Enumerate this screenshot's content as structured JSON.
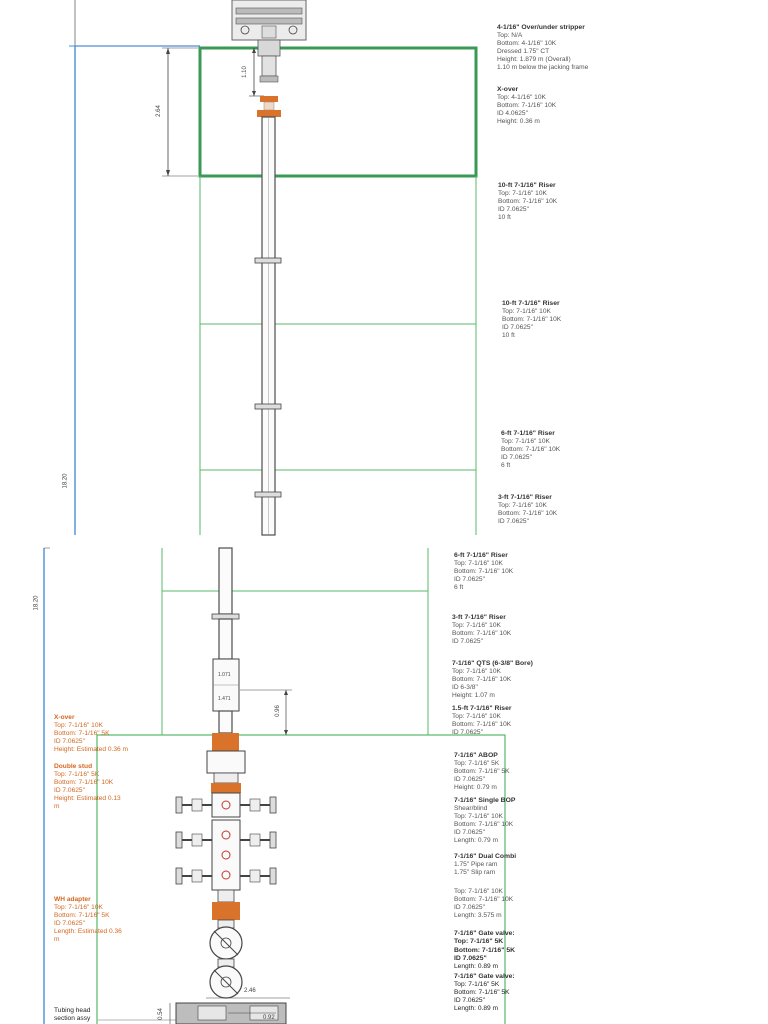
{
  "colors": {
    "thick_box": "#3a9a55",
    "thin_box": "#58b86a",
    "blue_line": "#4a8fd8",
    "orange": "#d9722a",
    "pipe": "#4d4d4d",
    "text": "#555555"
  },
  "top_section": {
    "dims": {
      "d_264": "2.64",
      "d_110": "1.10",
      "d_1820": "18.20"
    },
    "labels": [
      {
        "id": "stripper",
        "title": "4-1/16\" Over/under stripper",
        "lines": [
          "Top: N/A",
          "Bottom: 4-1/16\" 10K",
          "Dressed 1.75\" CT",
          "Height: 1.879 m (Overall)",
          "1.10 m below the jacking frame"
        ]
      },
      {
        "id": "xover",
        "title": "X-over",
        "lines": [
          "Top: 4-1/16\" 10K",
          "Bottom: 7-1/16\" 10K",
          "ID 4.0625\"",
          "Height: 0.36 m"
        ]
      },
      {
        "id": "riser10a",
        "title": "10-ft 7-1/16\" Riser",
        "lines": [
          "Top: 7-1/16\" 10K",
          "Bottom: 7-1/16\" 10K",
          "ID 7.0625\"",
          "10 ft"
        ]
      },
      {
        "id": "riser10b",
        "title": "10-ft 7-1/16\" Riser",
        "lines": [
          "Top: 7-1/16\" 10K",
          "Bottom: 7-1/16\" 10K",
          "ID 7.0625\"",
          "10 ft"
        ]
      },
      {
        "id": "riser6a",
        "title": "6-ft 7-1/16\" Riser",
        "lines": [
          "Top: 7-1/16\" 10K",
          "Bottom: 7-1/16\" 10K",
          "ID 7.0625\"",
          "6 ft"
        ]
      },
      {
        "id": "riser3a",
        "title": "3-ft 7-1/16\" Riser",
        "lines": [
          "Top: 7-1/16\" 10K",
          "Bottom: 7-1/16\" 10K",
          "ID 7.0625\""
        ]
      }
    ]
  },
  "bottom_section": {
    "dims": {
      "d_1820": "18.20",
      "d_096": "0.96",
      "d_246": "2.46",
      "d_054": "0.54",
      "d_092": "0.92",
      "d_tag1": "1.071",
      "d_tag2": "1.471"
    },
    "labels_right": [
      {
        "id": "riser6b",
        "title": "6-ft 7-1/16\" Riser",
        "lines": [
          "Top: 7-1/16\" 10K",
          "Bottom: 7-1/16\" 10K",
          "ID 7.0625\"",
          "6 ft"
        ]
      },
      {
        "id": "riser3b",
        "title": "3-ft 7-1/16\" Riser",
        "lines": [
          "Top: 7-1/16\" 10K",
          "Bottom: 7-1/16\" 10K",
          "ID 7.0625\""
        ]
      },
      {
        "id": "qts",
        "title": "7-1/16\" QTS (6-3/8\" Bore)",
        "lines": [
          "Top: 7-1/16\" 10K",
          "Bottom: 7-1/16\" 10K",
          "ID 6-3/8\"",
          "Height: 1.07 m"
        ]
      },
      {
        "id": "riser15",
        "title": "1.5-ft 7-1/16\" Riser",
        "lines": [
          "Top: 7-1/16\" 10K",
          "Bottom: 7-1/16\" 10K",
          "ID 7.0625\""
        ]
      },
      {
        "id": "abop",
        "title": "7-1/16\" ABOP",
        "lines": [
          "Top: 7-1/16\" 5K",
          "Bottom: 7-1/16\" 5K",
          "ID 7.0625\"",
          "Height: 0.79 m"
        ]
      },
      {
        "id": "single_bop",
        "title": "7-1/16\" Single BOP",
        "lines": [
          "Shear/blind",
          "Top: 7-1/16\" 10K",
          "Bottom: 7-1/16\" 10K",
          "ID 7.0625\"",
          "Length: 0.79 m"
        ]
      },
      {
        "id": "dual_combi",
        "title": "7-1/16\" Dual Combi",
        "lines": [
          "1.75\" Pipe ram",
          "1.75\" Slip ram"
        ]
      },
      {
        "id": "dual_combi_specs",
        "title": "",
        "lines": [
          "Top: 7-1/16\" 10K",
          "Bottom: 7-1/16\" 10K",
          "ID 7.0625\"",
          "Length: 3.575 m"
        ]
      },
      {
        "id": "gate1",
        "title": "7-1/16\" Gate valve:",
        "lines": [
          "Top: 7-1/16\" 5K",
          "Bottom: 7-1/16\" 5K",
          "ID 7.0625\"",
          "Length: 0.89 m"
        ]
      },
      {
        "id": "gate2",
        "title": "7-1/16\" Gate valve:",
        "lines": [
          "Top: 7-1/16\" 5K",
          "Bottom: 7-1/16\" 5K",
          "ID 7.0625\"",
          "Length: 0.89 m"
        ]
      }
    ],
    "labels_left": [
      {
        "id": "xover_l",
        "title": "X-over",
        "lines": [
          "Top: 7-1/16\" 10K",
          "Bottom: 7-1/16\" 5K",
          "ID 7.0625\"",
          "Height: Estimated 0.36 m"
        ]
      },
      {
        "id": "double_stud",
        "title": "Double stud",
        "lines": [
          "Top: 7-1/16\" 5K",
          "Bottom: 7-1/16\" 10K",
          "ID 7.0625\"",
          "Height: Estimated 0.13",
          "m"
        ]
      },
      {
        "id": "wh_adapter",
        "title": "WH adapter",
        "lines": [
          "Top: 7-1/16\" 10K",
          "Bottom: 7-1/16\" 5K",
          "ID 7.0625\"",
          "Length: Estimated 0.36",
          "m"
        ]
      },
      {
        "id": "tubing_head",
        "title": "",
        "lines": [
          "Tubing head",
          "section assy"
        ]
      }
    ]
  }
}
